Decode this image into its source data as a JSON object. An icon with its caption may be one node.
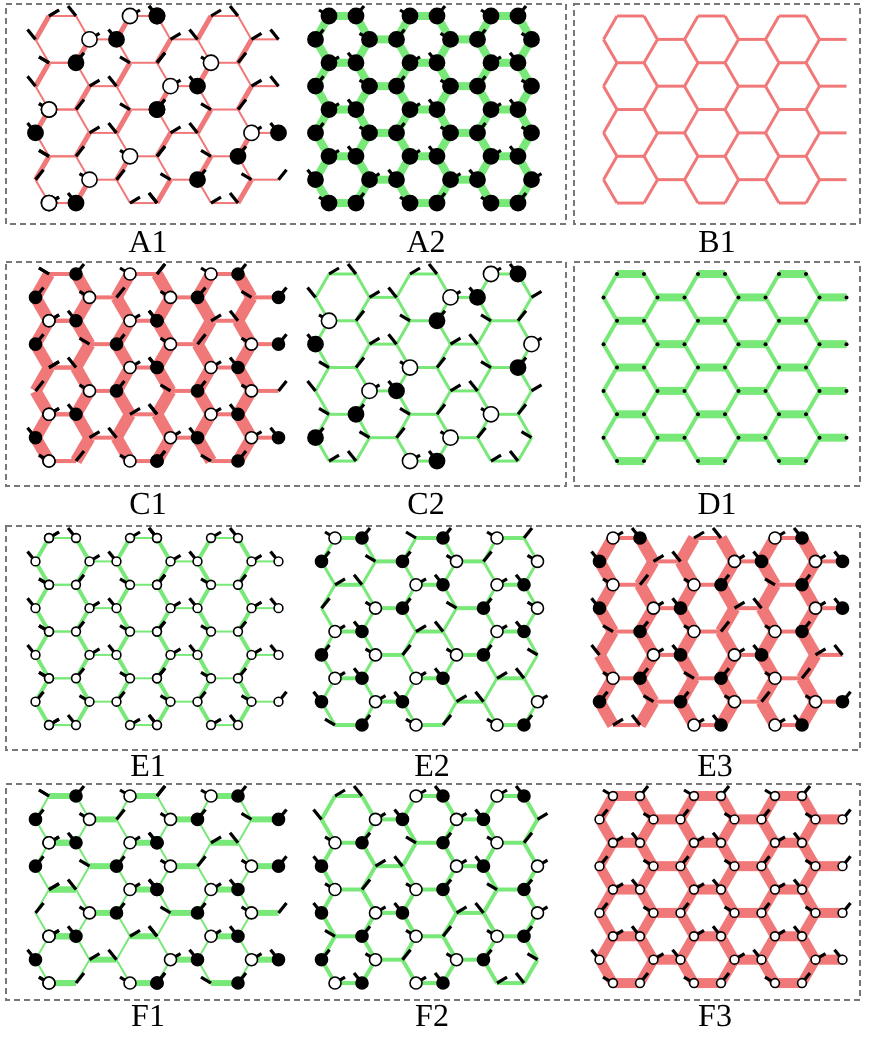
{
  "diagram": {
    "labels": [
      "A1",
      "A2",
      "B1",
      "C1",
      "C2",
      "D1",
      "E1",
      "E2",
      "E3",
      "F1",
      "F2",
      "F3"
    ]
  }
}
